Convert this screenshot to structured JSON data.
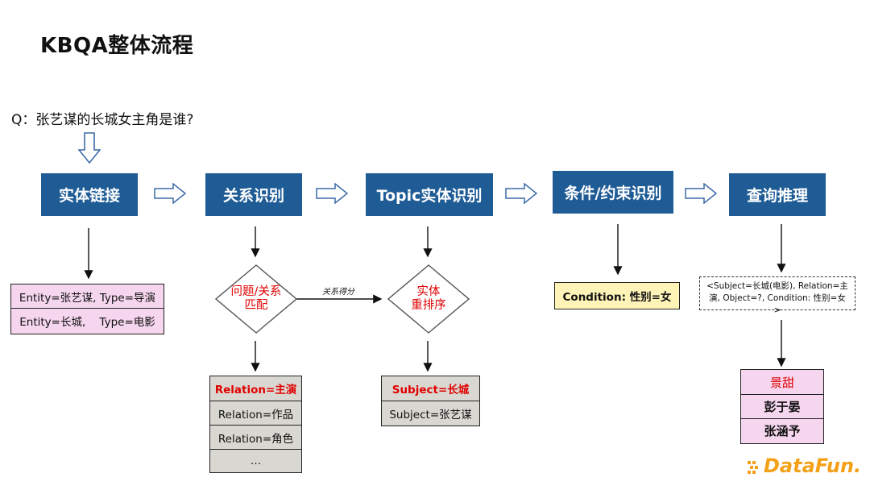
{
  "header": {
    "title": "KBQA整体流程"
  },
  "question": "Q：张艺谋的长城女主角是谁?",
  "stages": [
    {
      "label": "实体链接"
    },
    {
      "label": "关系识别"
    },
    {
      "label": "Topic实体识别"
    },
    {
      "label": "条件/约束识别"
    },
    {
      "label": "查询推理"
    }
  ],
  "entity_table": {
    "rows": [
      "Entity=张艺谋, Type=导演",
      "Entity=长城,    Type=电影"
    ]
  },
  "diamond1": {
    "line1": "问题/关系",
    "line2": "匹配"
  },
  "diamond2": {
    "line1": "实体",
    "line2": "重排序"
  },
  "edge_label": "关系得分",
  "relation_table": {
    "rows": [
      "Relation=主演",
      "Relation=作品",
      "Relation=角色",
      "…"
    ]
  },
  "subject_table": {
    "rows": [
      "Subject=长城",
      "Subject=张艺谋"
    ]
  },
  "condition": "Condition: 性别=女",
  "query": {
    "line1": "<Subject=长城(电影), Relation=主",
    "line2": "演, Object=?, Condition: 性别=女>"
  },
  "answer_table": {
    "rows": [
      "景甜",
      "彭于晏",
      "张涵予"
    ]
  },
  "logo": {
    "text": "DataFun."
  },
  "colors": {
    "stage_bg": "#1f5c96",
    "highlight": "#e00000",
    "pink": "#f5d6ee",
    "gray": "#d9d7d1",
    "yellow": "#fff4b8",
    "logo": "#f4a11a"
  }
}
